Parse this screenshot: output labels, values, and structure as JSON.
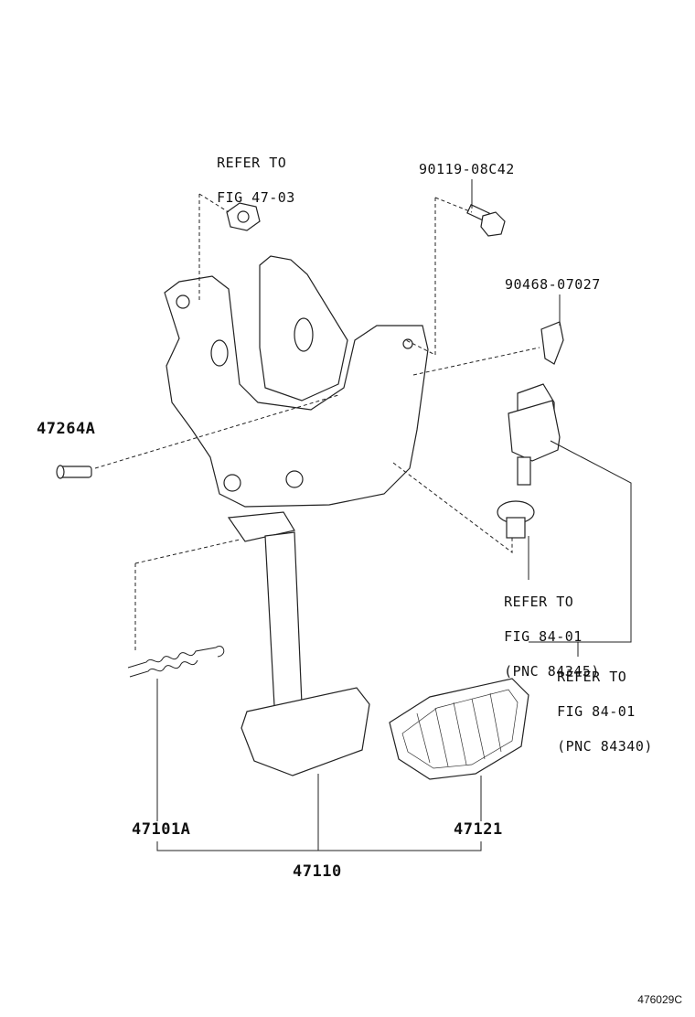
{
  "callouts": {
    "refer_fig_47_03": {
      "line1": "REFER TO",
      "line2": "FIG 47-03"
    },
    "part_90119": "90119-08C42",
    "part_90468": "90468-07027",
    "part_47264a": "47264A",
    "refer_fig_84_01_pnc_84345": {
      "line1": "REFER TO",
      "line2": "FIG 84-01",
      "line3": "(PNC 84345)"
    },
    "refer_fig_84_01_pnc_84340": {
      "line1": "REFER TO",
      "line2": "FIG 84-01",
      "line3": "(PNC 84340)"
    },
    "part_47101a": "47101A",
    "part_47121": "47121",
    "part_47110": "47110"
  },
  "figure_id": "476029C"
}
